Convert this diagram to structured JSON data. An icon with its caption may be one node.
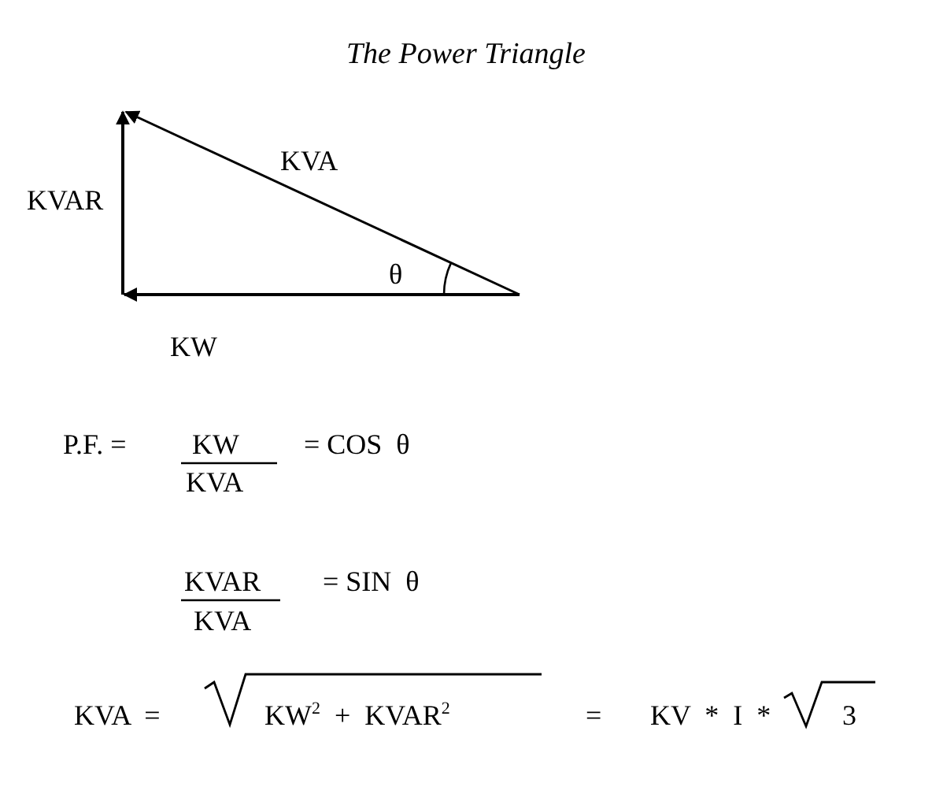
{
  "diagram": {
    "title": "The Power Triangle",
    "labels": [
      "KVA",
      "KVAR",
      "θ",
      "KW",
      "P.F. =",
      "KW",
      "KVA",
      "= COS  θ",
      "KVAR",
      "KVA",
      "= SIN  θ",
      "KVA  =",
      "KW$^{2}$  +  KVAR$^{2}$",
      "=",
      "KV  *  I  *",
      "3"
    ]
  }
}
